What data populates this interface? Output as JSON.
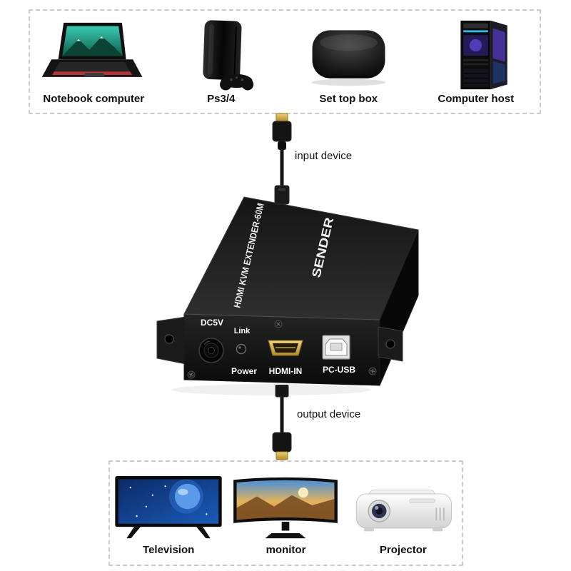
{
  "input_group": {
    "devices": [
      {
        "label": "Notebook computer",
        "icon": "laptop-icon"
      },
      {
        "label": "Ps3/4",
        "icon": "game-console-icon"
      },
      {
        "label": "Set top box",
        "icon": "set-top-box-icon"
      },
      {
        "label": "Computer host",
        "icon": "tower-pc-icon"
      }
    ]
  },
  "connections": {
    "input_label": "input device",
    "output_label": "output device"
  },
  "extender": {
    "model_text": "HDMI KVM EXTENDER-60M",
    "role_text": "SENDER",
    "ports": {
      "dc_label": "DC5V",
      "link_label": "Link",
      "power_label": "Power",
      "hdmi_label": "HDMI-IN",
      "usb_label": "PC-USB"
    }
  },
  "output_group": {
    "devices": [
      {
        "label": "Television",
        "icon": "television-icon"
      },
      {
        "label": "monitor",
        "icon": "monitor-icon"
      },
      {
        "label": "Projector",
        "icon": "projector-icon"
      }
    ]
  },
  "colors": {
    "hdmi_gold": "#d4a843",
    "device_black": "#111111",
    "dash_border": "#c9c9c9"
  }
}
